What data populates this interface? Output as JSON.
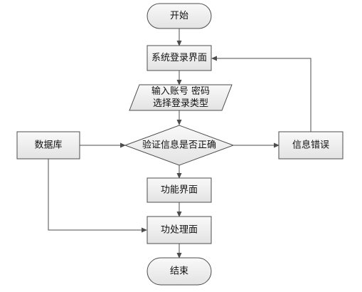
{
  "diagram": {
    "nodes": {
      "start": {
        "label": "开始"
      },
      "login": {
        "label": "系统登录界面"
      },
      "input": {
        "line1": "输入账号 密码",
        "line2": "选择登录类型"
      },
      "database": {
        "label": "数据库"
      },
      "verify": {
        "label": "验证信息是否正确"
      },
      "error": {
        "label": "信息错误"
      },
      "function": {
        "label": "功能界面"
      },
      "process": {
        "label": "功处理面"
      },
      "end": {
        "label": "结束"
      }
    }
  }
}
